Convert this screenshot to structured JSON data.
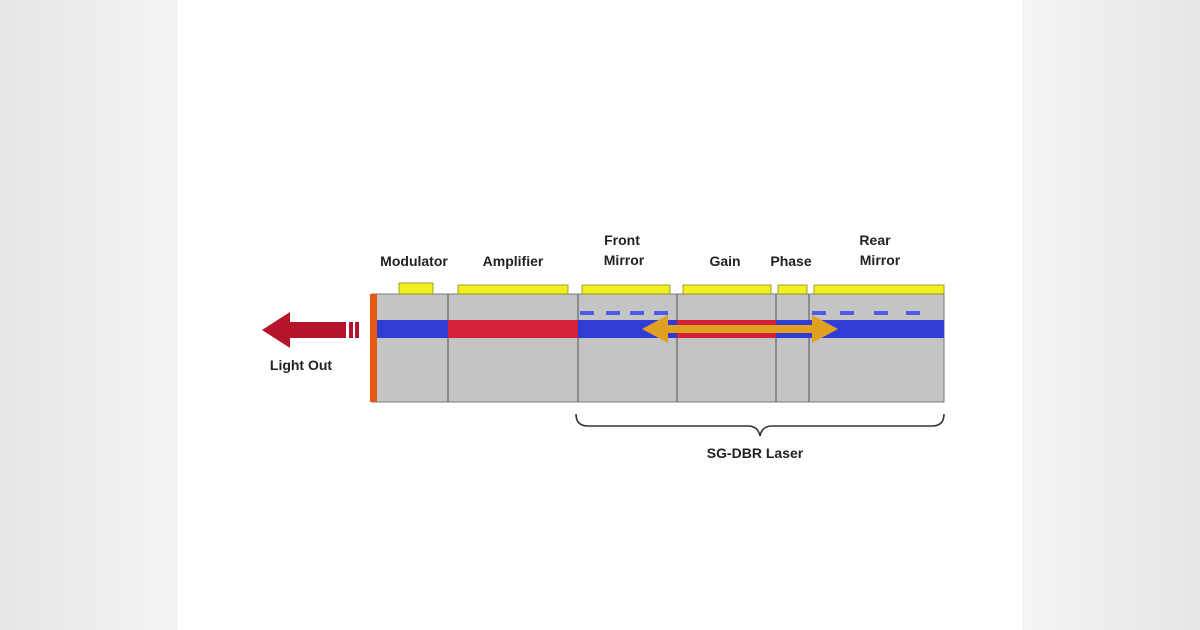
{
  "labels": {
    "modulator": "Modulator",
    "amplifier": "Amplifier",
    "front_mirror_1": "Front",
    "front_mirror_2": "Mirror",
    "gain": "Gain",
    "phase": "Phase",
    "rear_mirror_1": "Rear",
    "rear_mirror_2": "Mirror",
    "light_out": "Light Out",
    "laser": "SG-DBR Laser"
  },
  "colors": {
    "body": "#c4c4c4",
    "waveguide": "#2f3dd6",
    "active": "#d4213a",
    "contact": "#f1ee22",
    "output_arrow": "#b5152a",
    "feedback_arrow": "#e2a020",
    "facet": "#e25a10"
  }
}
